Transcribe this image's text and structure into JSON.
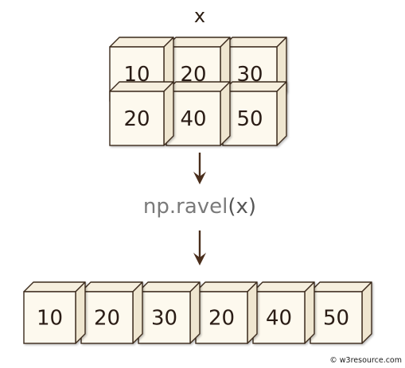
{
  "input": {
    "label": "x",
    "rows": [
      [
        "10",
        "20",
        "30"
      ],
      [
        "20",
        "40",
        "50"
      ]
    ]
  },
  "operation": {
    "prefix": "np.ravel",
    "args": "(x)",
    "prefix_color": "#7a7a7a",
    "args_color": "#555555"
  },
  "output": {
    "values": [
      "10",
      "20",
      "30",
      "20",
      "40",
      "50"
    ]
  },
  "watermark": {
    "text": "© w3resource.com"
  },
  "colors": {
    "cube_front": "#fdf9ee",
    "cube_side": "#efe6d0",
    "cube_top": "#f6efde",
    "cube_stroke": "#3b2a1c",
    "arrow": "#4a2e1c"
  }
}
